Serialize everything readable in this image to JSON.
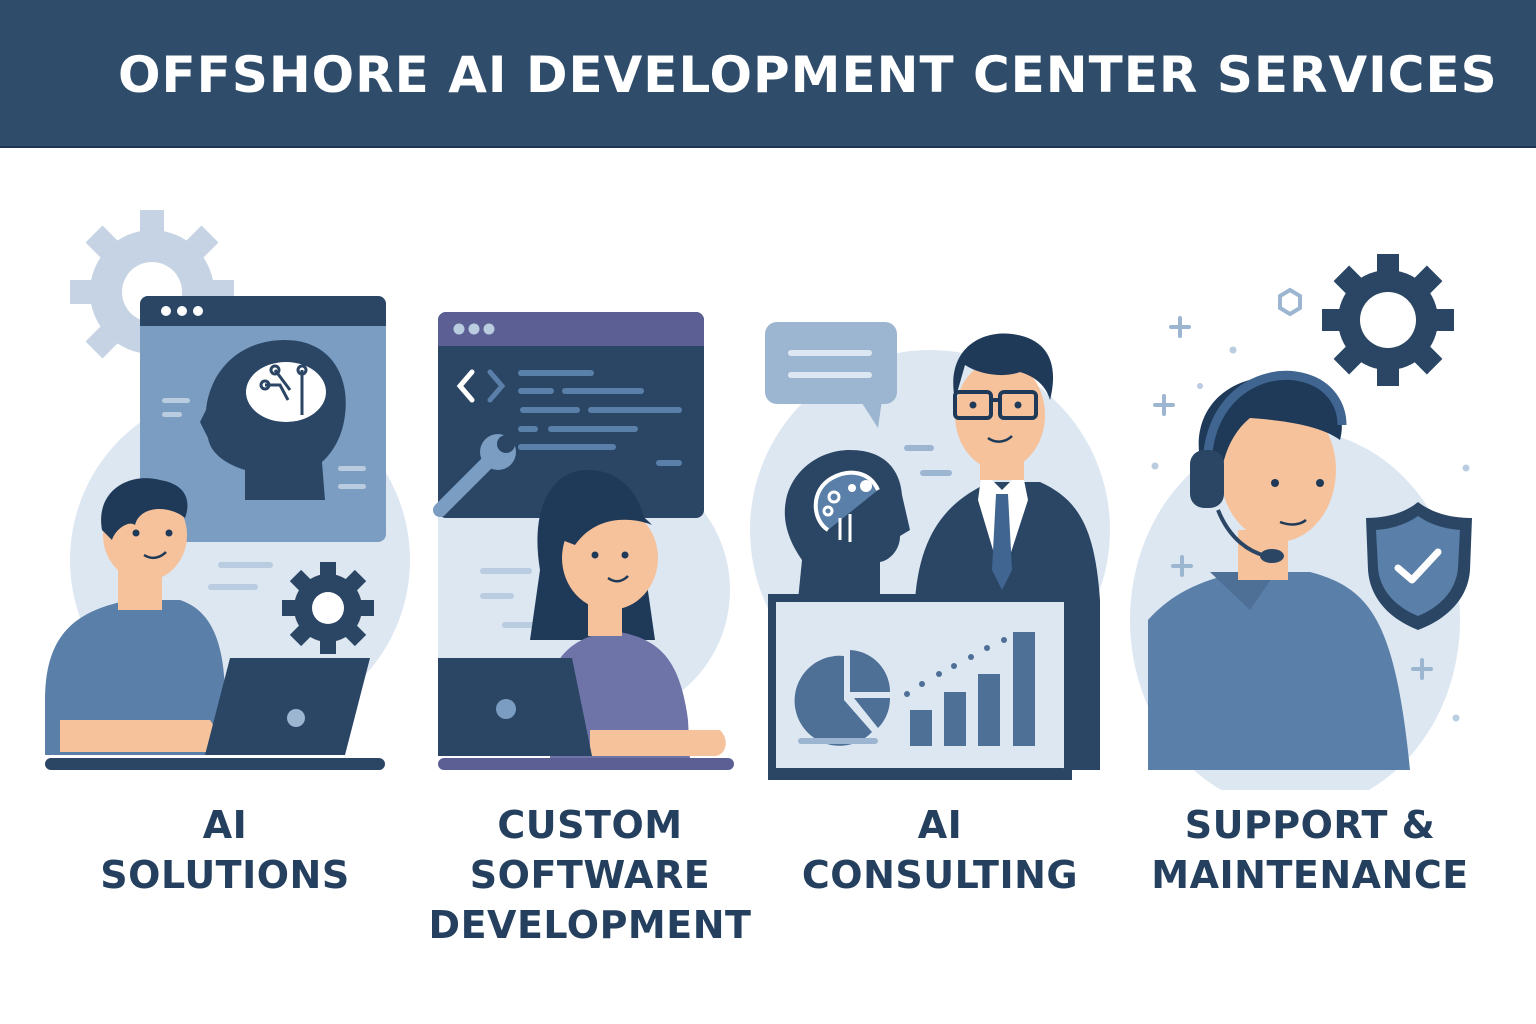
{
  "header": {
    "title": "OFFSHORE AI DEVELOPMENT CENTER SERVICES",
    "background_color": "#2f4d6b",
    "text_color": "#ffffff"
  },
  "colors": {
    "navy": "#2b4665",
    "mid_blue": "#5a7fa8",
    "light_blue": "#9cb6d1",
    "pale_blue": "#dde7f2",
    "purple": "#6f74a8",
    "skin": "#f6c29c",
    "caption": "#24405e"
  },
  "services": [
    {
      "id": "ai-solutions",
      "lines": [
        "AI",
        "SOLUTIONS"
      ],
      "illustration": "developer-with-laptop-and-ai-head-window",
      "icons": [
        "gear-icon",
        "browser-window-icon",
        "ai-brain-head-icon",
        "laptop-icon"
      ]
    },
    {
      "id": "custom-software-development",
      "lines": [
        "CUSTOM",
        "SOFTWARE",
        "DEVELOPMENT"
      ],
      "illustration": "woman-coding-on-laptop-with-code-window",
      "icons": [
        "code-brackets-icon",
        "wrench-icon",
        "browser-window-icon",
        "laptop-icon"
      ]
    },
    {
      "id": "ai-consulting",
      "lines": [
        "AI",
        "CONSULTING"
      ],
      "illustration": "consultant-presenting-charts",
      "icons": [
        "speech-bubble-icon",
        "ai-brain-head-icon",
        "pie-chart-icon",
        "bar-chart-icon"
      ]
    },
    {
      "id": "support-maintenance",
      "lines": [
        "SUPPORT &",
        "MAINTENANCE"
      ],
      "illustration": "support-agent-with-headset",
      "icons": [
        "headset-icon",
        "gear-icon",
        "shield-check-icon",
        "plus-sparkle-icon"
      ]
    }
  ]
}
